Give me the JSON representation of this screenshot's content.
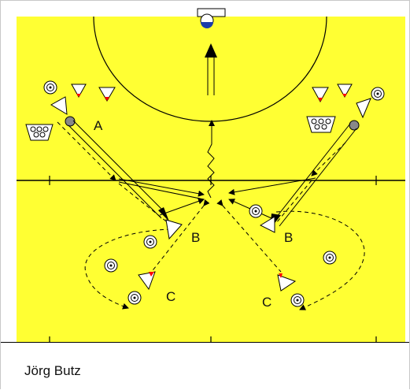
{
  "diagram": {
    "labels": {
      "player_a": "A",
      "player_b_left": "B",
      "player_b_right": "B",
      "player_c_left": "C",
      "player_c_right": "C"
    },
    "author": "Jörg Butz",
    "colors": {
      "field": "#ffff33",
      "lines": "#000000",
      "cone_fill": "#ffffff",
      "cone_tip": "#ff0000",
      "ball": "#888888",
      "ball_net": "#ffffff"
    }
  }
}
